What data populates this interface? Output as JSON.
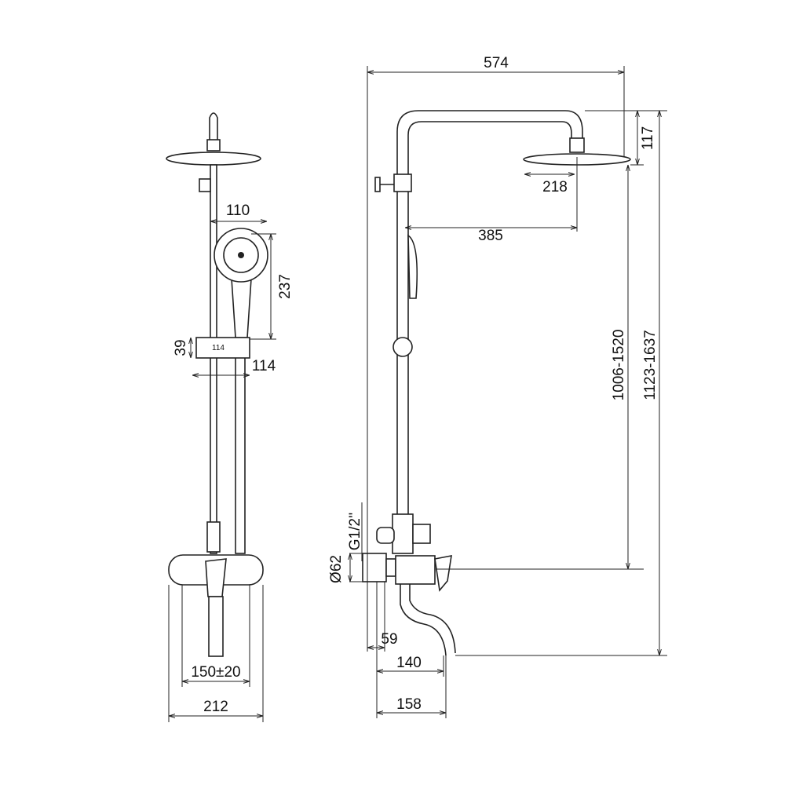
{
  "front_view": {
    "handshower_width": "110",
    "handshower_height": "237",
    "slider_height": "39",
    "slider_inner": "114",
    "slider_width": "114",
    "inlet_spacing": "150±20",
    "mixer_width": "212"
  },
  "side_view": {
    "total_reach": "574",
    "head_height": "117",
    "head_diameter": "218",
    "arm_reach": "385",
    "mixer_to_head": "1006-1520",
    "total_height": "1123-1637",
    "thread": "G1/2''",
    "flange_diameter": "Ø62",
    "wall_offset": "59",
    "spout_reach": "140",
    "mixer_depth": "158"
  }
}
